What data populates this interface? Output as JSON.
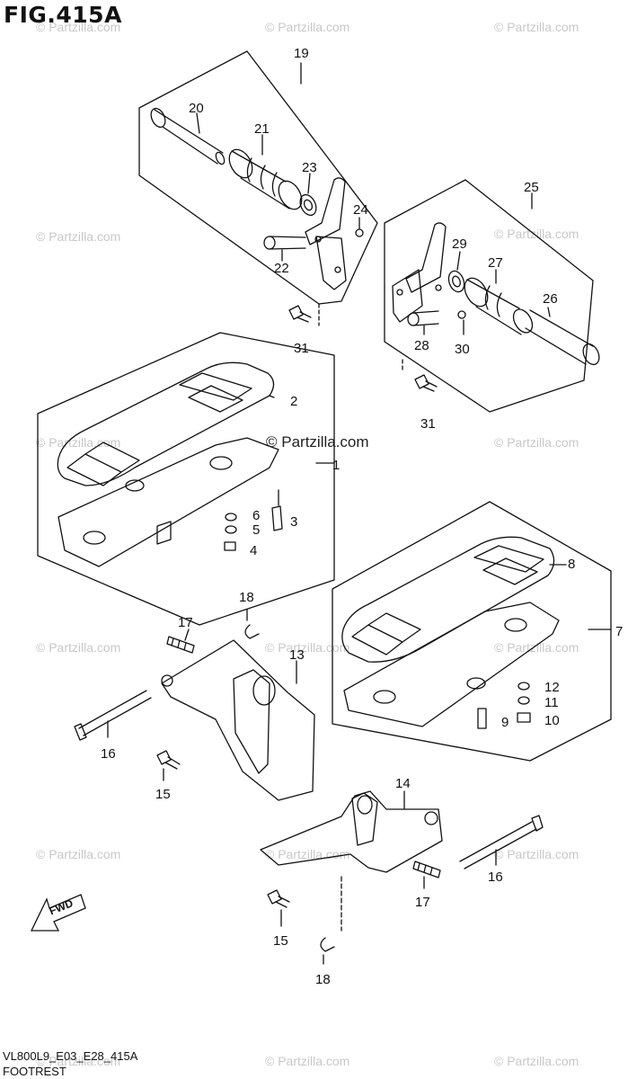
{
  "figure": {
    "title": "FIG.415A",
    "model_code": "VL800L9_E03_E28_415A",
    "name": "FOOTREST"
  },
  "watermark": {
    "text": "© Partzilla.com",
    "center_text": "© Partzilla.com"
  },
  "fwd_label": "FWD",
  "callouts": {
    "c1": "1",
    "c2": "2",
    "c3": "3",
    "c4": "4",
    "c5": "5",
    "c6": "6",
    "c7": "7",
    "c8": "8",
    "c9": "9",
    "c10": "10",
    "c11": "11",
    "c12": "12",
    "c13": "13",
    "c14": "14",
    "c15a": "15",
    "c15b": "15",
    "c16a": "16",
    "c16b": "16",
    "c17a": "17",
    "c17b": "17",
    "c18a": "18",
    "c18b": "18",
    "c19": "19",
    "c20": "20",
    "c21": "21",
    "c22": "22",
    "c23": "23",
    "c24": "24",
    "c25": "25",
    "c26": "26",
    "c27": "27",
    "c28": "28",
    "c29": "29",
    "c30": "30",
    "c31a": "31",
    "c31b": "31"
  }
}
